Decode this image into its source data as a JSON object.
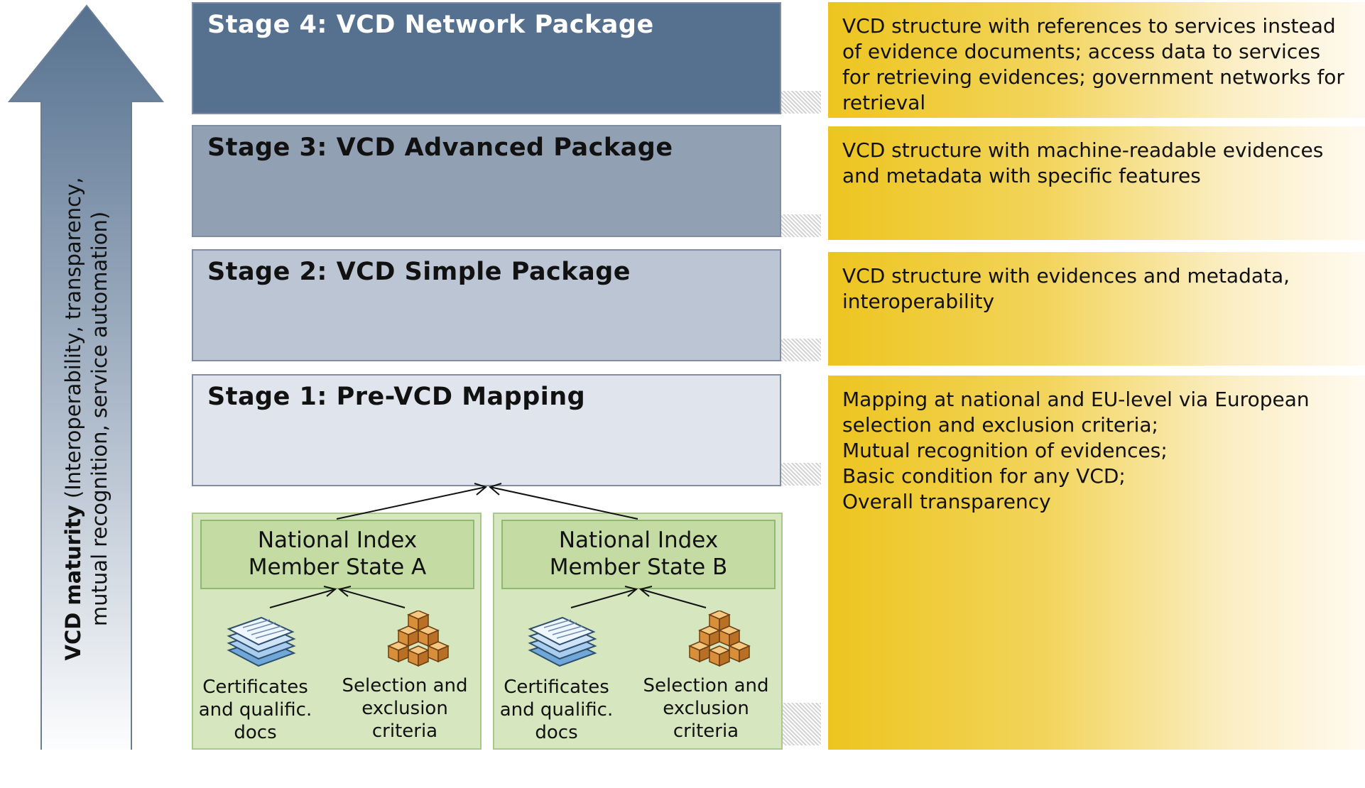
{
  "axis": {
    "title_bold": "VCD maturity",
    "title_rest": " (Interoperability, transparency,",
    "line2": "mutual recognition, service automation)",
    "colors": {
      "arrow_top": "#56718f",
      "arrow_bottom": "#ffffff"
    }
  },
  "stages": [
    {
      "title": "Stage 4: VCD Network Package",
      "description": "VCD structure with references to services instead\nof evidence documents; access data to services\nfor retrieving evidences; government networks for\nretrieval"
    },
    {
      "title": "Stage 3: VCD Advanced Package",
      "description": "VCD structure with machine-readable evidences\nand metadata with specific features"
    },
    {
      "title": "Stage 2: VCD Simple Package",
      "description": "VCD structure with evidences and metadata,\ninteroperability"
    },
    {
      "title": "Stage 1: Pre-VCD Mapping",
      "description": "Mapping at national and EU-level via European\nselection and exclusion criteria;\nMutual recognition of evidences;\nBasic condition for any VCD;\nOverall transparency"
    }
  ],
  "member_states": [
    {
      "index_line1": "National Index",
      "index_line2": "Member State A",
      "certs_label": "Certificates\nand qualific.\ndocs",
      "criteria_label": "Selection and\nexclusion\ncriteria"
    },
    {
      "index_line1": "National Index",
      "index_line2": "Member State B",
      "certs_label": "Certificates\nand qualific.\ndocs",
      "criteria_label": "Selection and\nexclusion\ncriteria"
    }
  ],
  "colors": {
    "stage4": "#56718f",
    "stage3": "#91a1b3",
    "stage2": "#bcc5d3",
    "stage1": "#e0e4ec",
    "description_gold": "#edc51f",
    "panel_green": "#d6e6bf",
    "index_green": "#c4dca3"
  }
}
